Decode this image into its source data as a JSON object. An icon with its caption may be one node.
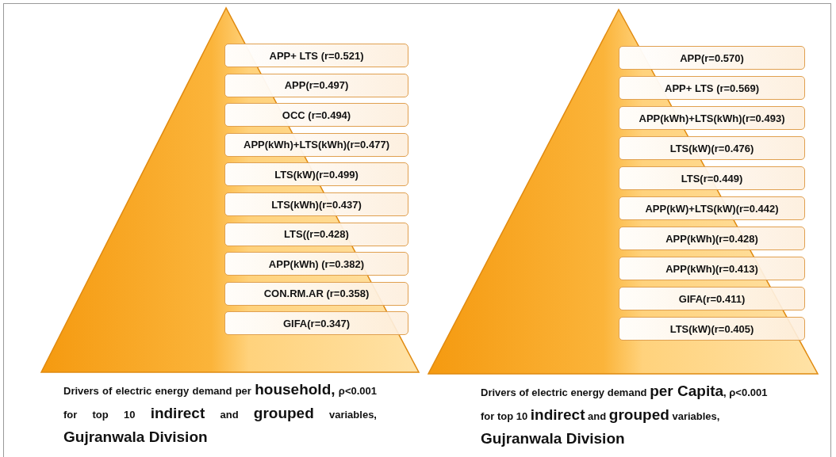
{
  "diagram": {
    "nodes": [
      {
        "text": [
          "Drivers of electric energy demand per **household,** ρ<0.001 for top 10 **indirect** and **grouped** variables, **Gujranwala Division**"
        ]
      },
      {
        "text": [
          "APP+ LTS (r=0.521)"
        ],
        "in": 0
      },
      {
        "text": [
          "APP(r=0.497)"
        ],
        "in": 0
      },
      {
        "text": [
          "OCC (r=0.494)"
        ],
        "in": 0
      },
      {
        "text": [
          "APP(kWh)+LTS(kWh)(r=0.477)"
        ],
        "in": 0
      },
      {
        "text": [
          "LTS(kW)(r=0.499)"
        ],
        "in": 0
      },
      {
        "text": [
          "LTS(kWh)(r=0.437)"
        ],
        "in": 0
      },
      {
        "text": [
          "LTS((r=0.428)"
        ],
        "in": 0
      },
      {
        "text": [
          "APP(kWh) (r=0.382)"
        ],
        "in": 0
      },
      {
        "text": [
          "CON.RM.AR (r=0.358)"
        ],
        "in": 0
      },
      {
        "text": [
          "GIFA(r=0.347)"
        ],
        "in": 0
      },
      {
        "text": [
          "Drivers of electric energy demand **per Capita**, ρ<0.001 for top 10 **indirect** and **grouped** variables, **Gujranwala Division**"
        ]
      },
      {
        "text": [
          "APP(r=0.570)"
        ],
        "in": 11
      },
      {
        "text": [
          "APP+ LTS (r=0.569)"
        ],
        "in": 11
      },
      {
        "text": [
          "APP(kWh)+LTS(kWh)(r=0.493)"
        ],
        "in": 11
      },
      {
        "text": [
          "LTS(kW)(r=0.476)"
        ],
        "in": 11
      },
      {
        "text": [
          "LTS(r=0.449)"
        ],
        "in": 11
      },
      {
        "text": [
          "APP(kW)+LTS(kW)(r=0.442)"
        ],
        "in": 11
      },
      {
        "text": [
          "APP(kWh)(r=0.428)"
        ],
        "in": 11
      },
      {
        "text": [
          "APP(kWh)(r=0.413)"
        ],
        "in": 11
      },
      {
        "text": [
          "GIFA(r=0.411)"
        ],
        "in": 11
      },
      {
        "text": [
          "LTS(kW)(r=0.405)"
        ],
        "in": 11
      }
    ]
  }
}
